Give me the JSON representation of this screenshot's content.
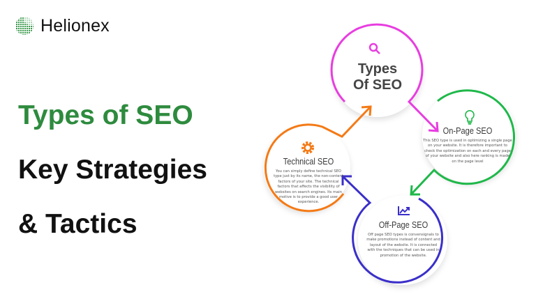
{
  "brand": {
    "name": "Helionex"
  },
  "headline": {
    "line1": "Types of SEO",
    "line2": "Key Strategies",
    "line3": "& Tactics"
  },
  "diagram": {
    "center": {
      "title_line1": "Types",
      "title_line2": "Of SEO",
      "icon": "search-icon",
      "color": "#e83de0"
    },
    "nodes": [
      {
        "id": "on-page",
        "title": "On-Page SEO",
        "icon": "lightbulb-icon",
        "color": "#1fb84a",
        "desc": "This SEO type is used in optimizing a single page on your website. It is therefore important to check the optimization on each and every page of your website and also here ranking is made on the page level"
      },
      {
        "id": "technical",
        "title": "Technical SEO",
        "icon": "gear-icon",
        "color": "#f47a16",
        "desc": "You can simply define technical SEO type just by its name, the non-content factors of your site. The technical factors that affects the visibility of websites on search engines. Its main motive is to provide a good user experience."
      },
      {
        "id": "off-page",
        "title": "Off-Page SEO",
        "icon": "trend-chart-icon",
        "color": "#3a2fc9",
        "desc": "Off page SEO types is convensignals to make promotions instead of content and layout of the website. It is connected with the techniques that can be used in promotion of the website."
      }
    ]
  }
}
